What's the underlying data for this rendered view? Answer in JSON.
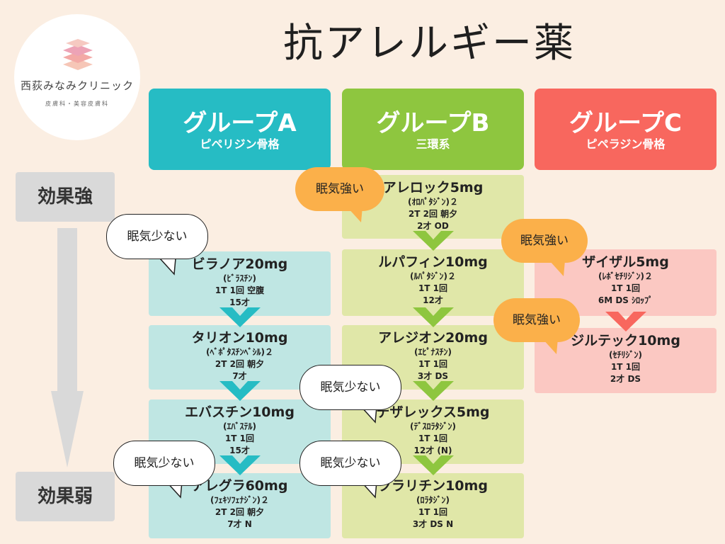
{
  "clinic": {
    "name": "西荻みなみクリニック",
    "sub": "皮膚科・美容皮膚科"
  },
  "title": "抗アレルギー薬",
  "groups": [
    {
      "name": "グループA",
      "sub": "ピペリジン骨格",
      "color": "#26bcc4"
    },
    {
      "name": "グループB",
      "sub": "三環系",
      "color": "#8ec63f"
    },
    {
      "name": "グループC",
      "sub": "ピペラジン骨格",
      "color": "#f8675e"
    }
  ],
  "effect": {
    "strong": "効果強",
    "weak": "効果弱"
  },
  "group_a": [
    {
      "name": "ビラノア20mg",
      "generic": "(ﾋﾞﾗｽﾁﾝ)",
      "dose": "1T 1回 空腹",
      "age": "15才"
    },
    {
      "name": "タリオン10mg",
      "generic": "(ﾍﾞﾎﾟﾀｽﾁﾝﾍﾞｼﾙ)２",
      "dose": "2T 2回 朝夕",
      "age": "7才"
    },
    {
      "name": "エバスチン10mg",
      "generic": "(ｴﾊﾞｽﾃﾙ)",
      "dose": "1T 1回",
      "age": "15才"
    },
    {
      "name": "アレグラ60mg",
      "generic": "(ﾌｪｷｿﾌｪﾅｼﾞﾝ)２",
      "dose": "2T 2回 朝夕",
      "age": "7才 N"
    }
  ],
  "group_b": [
    {
      "name": "アレロック5mg",
      "generic": "(ｵﾛﾊﾟﾀｼﾞﾝ)２",
      "dose": "2T 2回 朝夕",
      "age": "2才 OD"
    },
    {
      "name": "ルパフィン10mg",
      "generic": "(ﾙﾊﾟﾀｼﾞﾝ)２",
      "dose": "1T 1回",
      "age": "12才"
    },
    {
      "name": "アレジオン20mg",
      "generic": "(ｴﾋﾟﾅｽﾁﾝ)",
      "dose": "1T 1回",
      "age": "3才 DS"
    },
    {
      "name": "デザレックス5mg",
      "generic": "(ﾃﾞｽﾛﾗﾀｼﾞﾝ)",
      "dose": "1T 1回",
      "age": "12才 (N)"
    },
    {
      "name": "クラリチン10mg",
      "generic": "(ﾛﾗﾀｼﾞﾝ)",
      "dose": "1T 1回",
      "age": "3才 DS N"
    }
  ],
  "group_c": [
    {
      "name": "ザイザル5mg",
      "generic": "(ﾚﾎﾞｾﾁﾘｼﾞﾝ)２",
      "dose": "1T 1回",
      "age": "6M DS ｼﾛｯﾌﾟ"
    },
    {
      "name": "ジルテック10mg",
      "generic": "(ｾﾁﾘｼﾞﾝ)",
      "dose": "1T 1回",
      "age": "2才 DS"
    }
  ],
  "bubbles": {
    "drowsy_strong": "眠気強い",
    "drowsy_low": "眠気少ない"
  },
  "colors": {
    "background": "#fbeee2",
    "group_a_light": "#bfe6e3",
    "group_b_light": "#e0e7a8",
    "group_c_light": "#fbc8c2",
    "bubble_orange": "#fbb04a"
  }
}
